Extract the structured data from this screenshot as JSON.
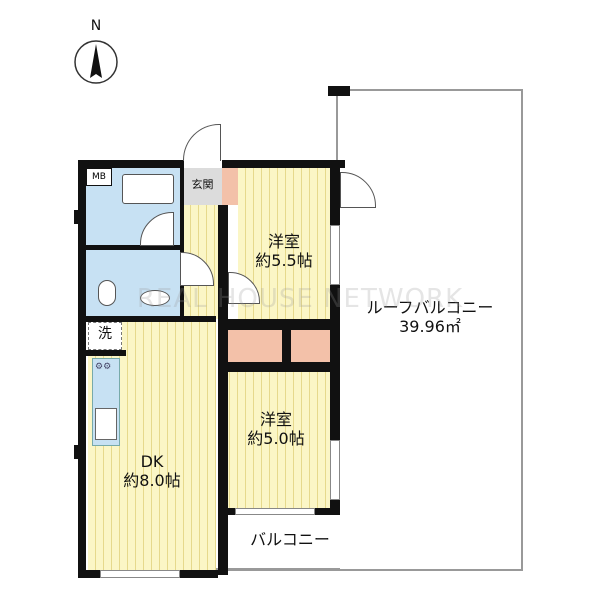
{
  "compass": {
    "label": "N"
  },
  "rooms": {
    "entrance": "玄関",
    "meter_box": "MB",
    "laundry": "洗",
    "western1": {
      "name": "洋室",
      "size": "約5.5帖"
    },
    "western2": {
      "name": "洋室",
      "size": "約5.0帖"
    },
    "dk": {
      "name": "DK",
      "size": "約8.0帖"
    },
    "roof_balcony": {
      "name": "ルーフバルコニー",
      "size": "39.96㎡"
    },
    "balcony": "バルコニー"
  },
  "watermark": "REAL HOUSE NETWORK",
  "colors": {
    "floor": "#fbf6c6",
    "wet": "#c7e1f3",
    "storage": "#f3c1a9",
    "wall": "#111111"
  }
}
